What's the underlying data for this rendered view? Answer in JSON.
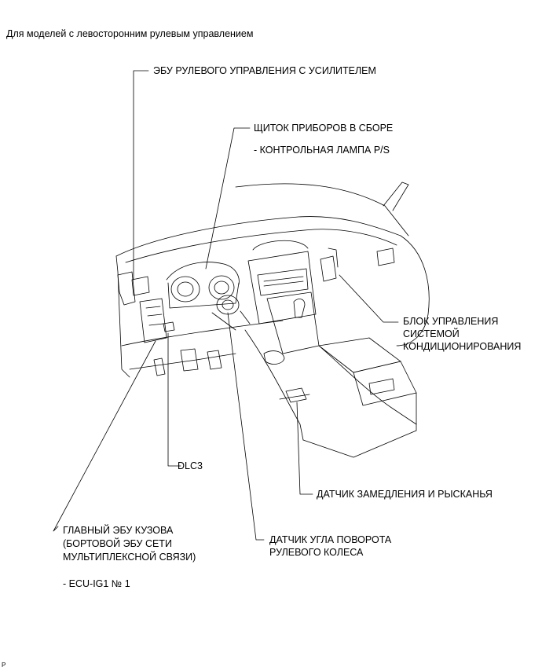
{
  "title": "Для моделей с левосторонним рулевым управлением",
  "labels": {
    "power_steering_ecu": "ЭБУ РУЛЕВОГО УПРАВЛЕНИЯ С УСИЛИТЕЛЕМ",
    "combination_meter": "ЩИТОК ПРИБОРОВ В СБОРЕ",
    "combination_meter_sub": "- КОНТРОЛЬНАЯ ЛАМПА P/S",
    "ac_unit_line1": "БЛОК УПРАВЛЕНИЯ",
    "ac_unit_line2": "СИСТЕМОЙ",
    "ac_unit_line3": "КОНДИЦИОНИРОВАНИЯ",
    "dlc3": "DLC3",
    "yaw_sensor": "ДАТЧИК ЗАМЕДЛЕНИЯ И РЫСКАНЬЯ",
    "main_body_ecu_line1": "ГЛАВНЫЙ ЭБУ КУЗОВА",
    "main_body_ecu_line2": "(БОРТОВОЙ ЭБУ СЕТИ",
    "main_body_ecu_line3": "МУЛЬТИПЛЕКСНОЙ СВЯЗИ)",
    "main_body_ecu_sub": "- ECU-IG1 № 1",
    "steering_sensor_line1": "ДАТЧИК УГЛА ПОВОРОТА",
    "steering_sensor_line2": "РУЛЕВОГО КОЛЕСА"
  },
  "corner_mark": "P"
}
